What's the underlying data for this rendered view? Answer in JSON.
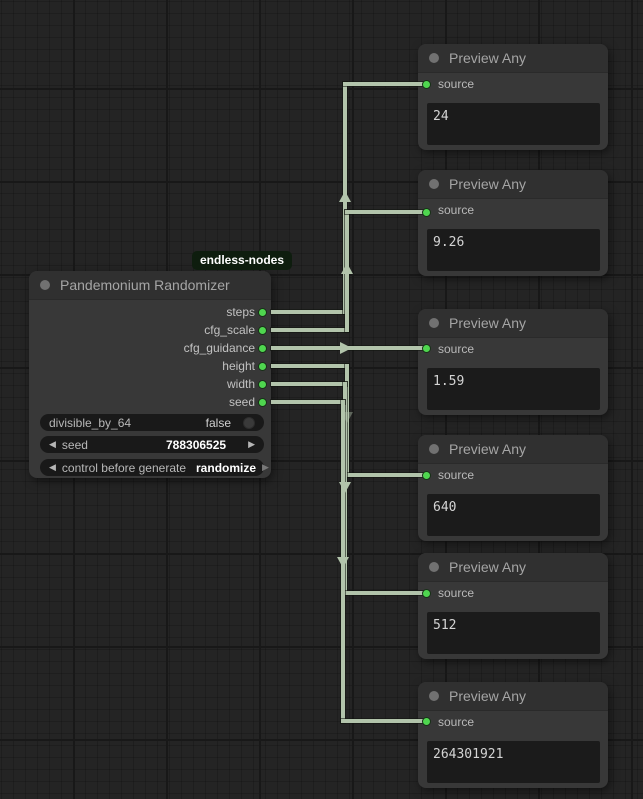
{
  "colors": {
    "canvas_bg": "#242424",
    "node_bg": "#383838",
    "node_title_bg": "#303030",
    "link": "#b2c4ab",
    "slot_green": "#4fd64f",
    "badge_bg": "#0e1d0e",
    "value_box_bg": "#1b1b1b",
    "widget_bg": "#191919"
  },
  "badge": {
    "label": "endless-nodes"
  },
  "icons": {
    "left_arrow": "◀",
    "right_arrow": "▶"
  },
  "main_node": {
    "title": "Pandemonium Randomizer",
    "outputs": [
      {
        "label": "steps"
      },
      {
        "label": "cfg_scale"
      },
      {
        "label": "cfg_guidance"
      },
      {
        "label": "height"
      },
      {
        "label": "width"
      },
      {
        "label": "seed"
      }
    ],
    "widgets": {
      "divisible_by_64": {
        "label": "divisible_by_64",
        "value": "false"
      },
      "seed": {
        "label": "seed",
        "value": "788306525"
      },
      "control": {
        "label": "control before generate",
        "value": "randomize"
      }
    }
  },
  "preview_nodes": [
    {
      "title": "Preview Any",
      "input_label": "source",
      "value": "24"
    },
    {
      "title": "Preview Any",
      "input_label": "source",
      "value": "9.26"
    },
    {
      "title": "Preview Any",
      "input_label": "source",
      "value": "1.59"
    },
    {
      "title": "Preview Any",
      "input_label": "source",
      "value": "640"
    },
    {
      "title": "Preview Any",
      "input_label": "source",
      "value": "512"
    },
    {
      "title": "Preview Any",
      "input_label": "source",
      "value": "264301921"
    }
  ]
}
